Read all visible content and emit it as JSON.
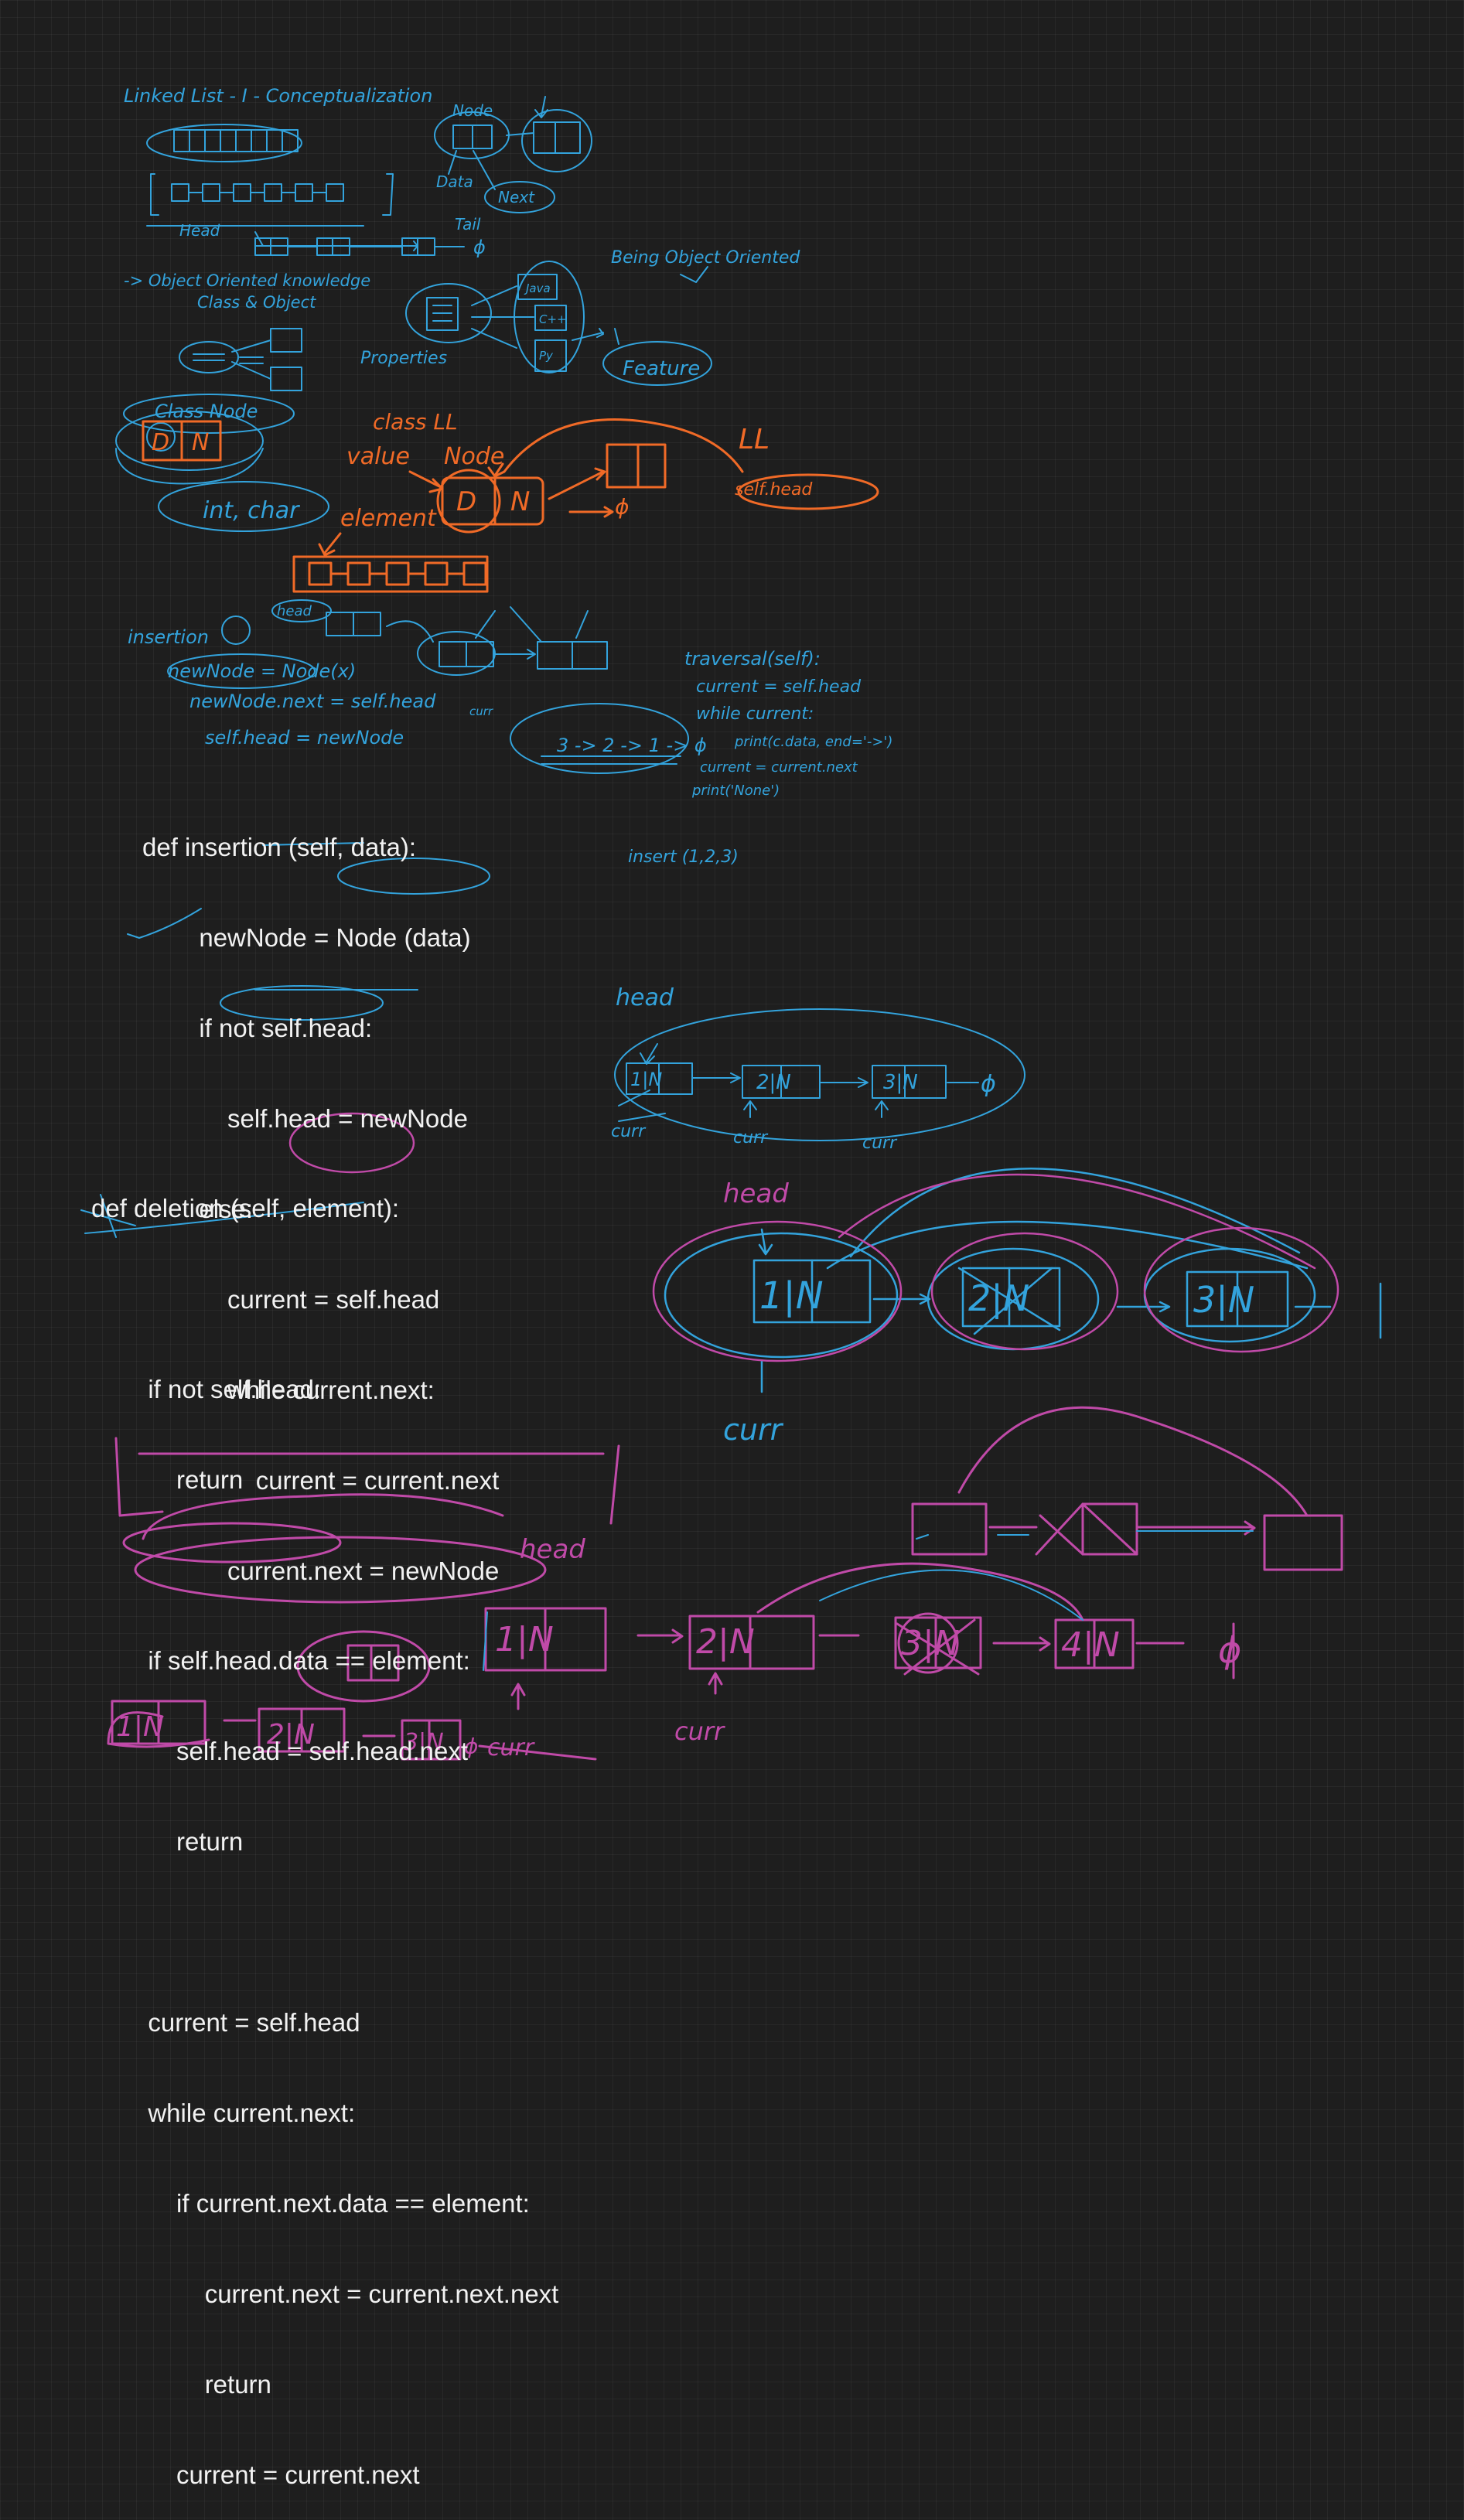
{
  "canvas": {
    "background": "#1e1e1e",
    "grid_color": "#2a2a2a",
    "ink_colors": {
      "blue": "#33a3dc",
      "orange": "#f06a27",
      "magenta": "#c04aa8",
      "text": "#f2f2f2"
    }
  },
  "notes": {
    "title": "Linked List - I - Conceptualization",
    "node_label": "Node",
    "data_label": "Data",
    "next_label": "Next",
    "head_label": "Head",
    "tail_label": "Tail",
    "null_symbol": "ɸ",
    "oop_note": "-> Object Oriented knowledge",
    "class_object": "Class & Object",
    "being_oo": "Being Object Oriented",
    "langs": [
      "Java",
      "C++",
      "Py"
    ],
    "feature": "Feature",
    "properties": "Properties",
    "class_node": "Class Node",
    "types": "int, char",
    "class_ll": "class LL",
    "value": "value",
    "node_big": "Node",
    "ll": "LL",
    "self_head": "self.head",
    "element": "element",
    "insertion_label": "insertion",
    "head_small": "head",
    "new_node_eq": "newNode = Node(x)",
    "newnode_next": "newNode.next = self.head",
    "self_head_eq": "self.head = newNode",
    "curr": "curr",
    "list_3_2_1": "3 -> 2 -> 1 -> ɸ",
    "traversal": [
      "traversal(self):",
      "current = self.head",
      "while current:",
      "print(c.data, end='->')",
      "current = current.next",
      "print('None')"
    ],
    "insert_123": "insert (1,2,3)"
  },
  "code_insertion": [
    "def insertion (self, data):",
    "        newNode = Node (data)",
    "        if not self.head:",
    "            self.head = newNode",
    "        else:",
    "            current = self.head",
    "            while current.next:",
    "                current = current.next",
    "            current.next = newNode"
  ],
  "code_deletion": [
    "def deletion (self, element):",
    "",
    "        if not self.head:",
    "            return",
    "",
    "        if self.head.data == element:",
    "            self.head = self.head.next",
    "            return",
    "",
    "        current = self.head",
    "        while current.next:",
    "            if current.next.data == element:",
    "                current.next = current.next.next",
    "                return",
    "            current = current.next"
  ],
  "diagrams": {
    "list_a": [
      "1|N",
      "2|N",
      "3|N"
    ],
    "list_a_labels": [
      "head",
      "curr",
      "curr",
      "curr"
    ],
    "list_b": [
      "1|N",
      "2|N",
      "3|N"
    ],
    "list_b_labels": [
      "head",
      "curr"
    ],
    "list_c": [
      "1|N",
      "2|N",
      "3|N",
      "4|N"
    ],
    "list_c_labels": [
      "head",
      "curr"
    ],
    "list_d": [
      "1|N",
      "2|N",
      "3|N"
    ],
    "list_d_label": "curr"
  }
}
